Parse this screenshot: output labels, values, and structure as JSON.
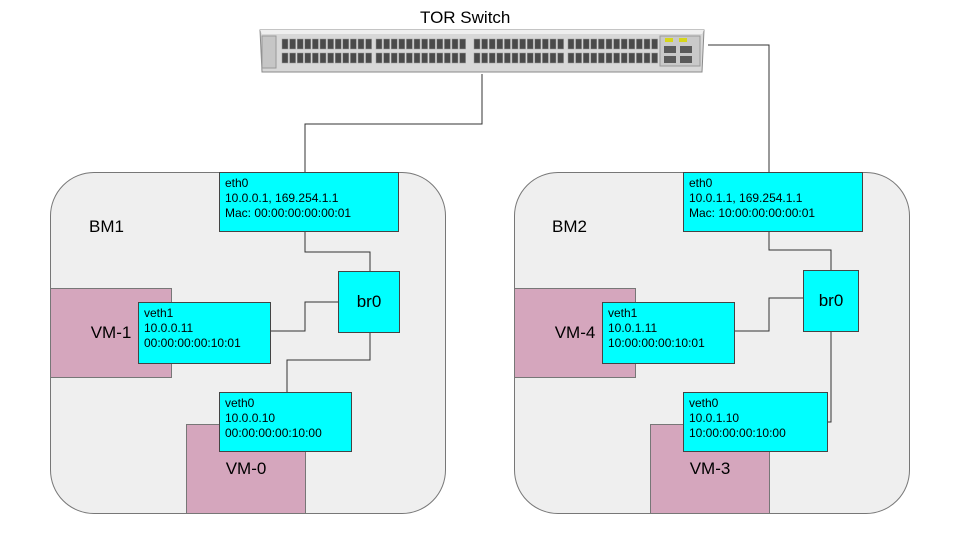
{
  "switch": {
    "title": "TOR Switch",
    "icon": "network-switch-icon"
  },
  "hosts": [
    {
      "label": "BM1",
      "eth0": {
        "name": "eth0",
        "ip": "10.0.0.1, 169.254.1.1",
        "mac": "Mac: 00:00:00:00:00:01"
      },
      "bridge": "br0",
      "veth1": {
        "name": "veth1",
        "ip": "10.0.0.11",
        "mac": "00:00:00:00:10:01"
      },
      "veth0": {
        "name": "veth0",
        "ip": "10.0.0.10",
        "mac": "00:00:00:00:10:00"
      },
      "vm_side": "VM-1",
      "vm_bottom": "VM-0"
    },
    {
      "label": "BM2",
      "eth0": {
        "name": "eth0",
        "ip": "10.0.1.1, 169.254.1.1",
        "mac": "Mac: 10:00:00:00:00:01"
      },
      "bridge": "br0",
      "veth1": {
        "name": "veth1",
        "ip": "10.0.1.11",
        "mac": "10:00:00:00:10:01"
      },
      "veth0": {
        "name": "veth0",
        "ip": "10.0.1.10",
        "mac": "10:00:00:00:10:00"
      },
      "vm_side": "VM-4",
      "vm_bottom": "VM-3"
    }
  ],
  "colors": {
    "nic": "#00ffff",
    "vm": "#d5a6bd",
    "host": "#efefef"
  }
}
